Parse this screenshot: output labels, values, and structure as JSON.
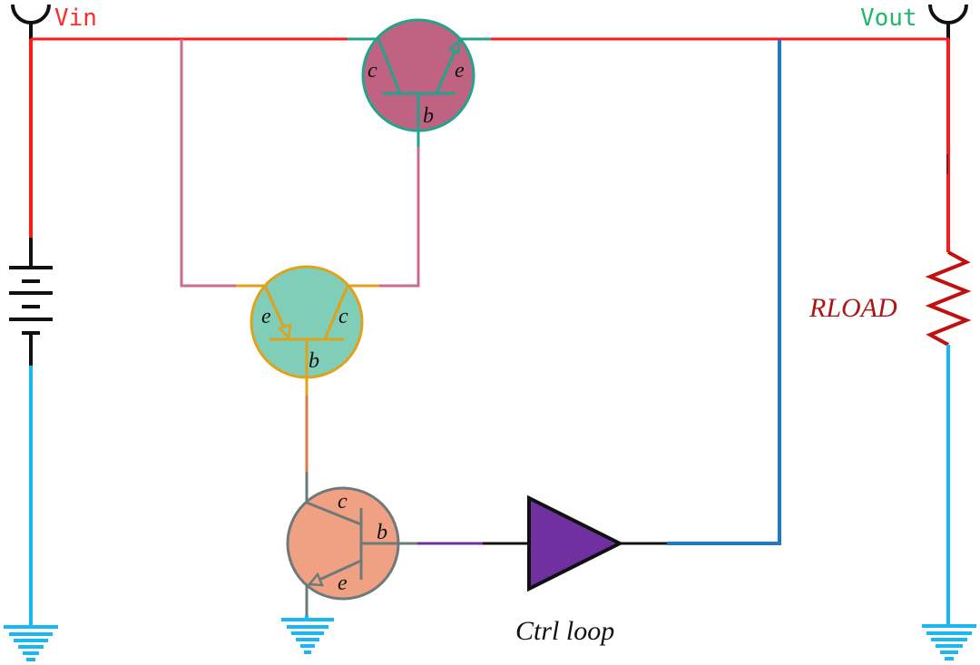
{
  "diagram": {
    "type": "circuit-schematic",
    "description": "Linear voltage regulator with pass transistor, driver transistor, control transistor and error amplifier feedback loop"
  },
  "labels": {
    "vin": "Vin",
    "vout": "Vout",
    "rload": "RLOAD",
    "ctrl_loop": "Ctrl loop"
  },
  "transistors": {
    "pass": {
      "name": "pass-transistor",
      "c": "c",
      "e": "e",
      "b": "b",
      "fill": "#c06383",
      "stroke": "#22a38b"
    },
    "driver": {
      "name": "driver-transistor",
      "c": "c",
      "e": "e",
      "b": "b",
      "fill": "#80cdb8",
      "stroke": "#e0a21a"
    },
    "control": {
      "name": "control-transistor",
      "c": "c",
      "e": "e",
      "b": "b",
      "fill": "#f0a183",
      "stroke": "#6e7a7a"
    }
  },
  "colors": {
    "vin_rail": "#ff1a1a",
    "vin_label": "#ff2a2a",
    "vout_label": "#1fb86a",
    "ground": "#1ab8f0",
    "feedback": "#1c7ac8",
    "pink_wire": "#c96b90",
    "orange_wire": "#d97b45",
    "amp_fill": "#7030a0",
    "amp_input_wire": "#7030a0",
    "resistor": "#c01010",
    "rload_label": "#b01515",
    "black": "#111111"
  },
  "components": {
    "battery": "battery-icon",
    "resistor": "resistor-icon",
    "amplifier": "amplifier-icon",
    "grounds": [
      "ground-icon",
      "ground-icon",
      "ground-icon"
    ],
    "terminals": [
      "antenna-terminal-icon",
      "antenna-terminal-icon"
    ]
  }
}
